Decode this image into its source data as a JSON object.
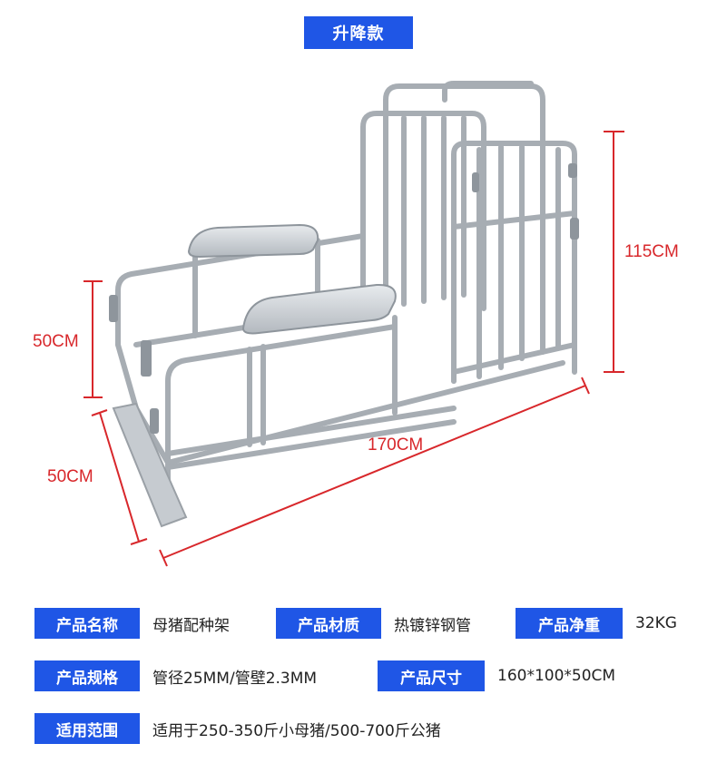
{
  "header": {
    "title": "升降款"
  },
  "dimensions": {
    "height": "115CM",
    "step_height": "50CM",
    "depth": "50CM",
    "length": "170CM"
  },
  "specs": [
    [
      {
        "key": "产品名称",
        "value": "母猪配种架"
      },
      {
        "key": "产品材质",
        "value": "热镀锌钢管"
      },
      {
        "key": "产品净重",
        "value": "32KG"
      }
    ],
    [
      {
        "key": "产品规格",
        "value": "管径25MM/管壁2.3MM"
      },
      {
        "key": "产品尺寸",
        "value": "160*100*50CM"
      }
    ],
    [
      {
        "key": "适用范围",
        "value": "适用于250-350斤小母猪/500-700斤公猪"
      }
    ]
  ],
  "colors": {
    "accent": "#1f56e6",
    "dimension": "#d8272b",
    "steel": "#b9bfc5"
  }
}
